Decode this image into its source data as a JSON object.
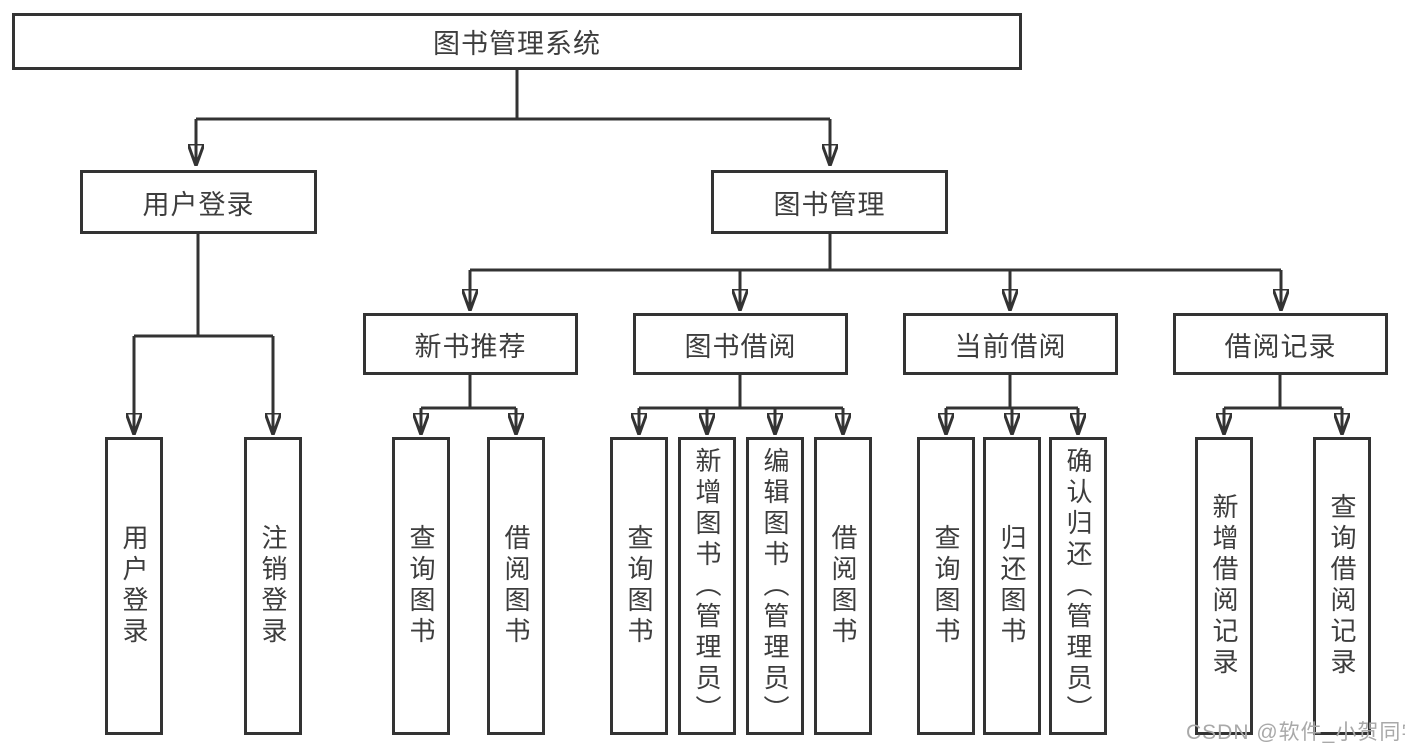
{
  "tree": {
    "root": {
      "label": "图书管理系统",
      "children": [
        {
          "label": "用户登录",
          "children": [
            {
              "label": "用户登录"
            },
            {
              "label": "注销登录"
            }
          ]
        },
        {
          "label": "图书管理",
          "children": [
            {
              "label": "新书推荐",
              "children": [
                {
                  "label": "查询图书"
                },
                {
                  "label": "借阅图书"
                }
              ]
            },
            {
              "label": "图书借阅",
              "children": [
                {
                  "label": "查询图书"
                },
                {
                  "label": "新增图书（管理员）"
                },
                {
                  "label": "编辑图书（管理员）"
                },
                {
                  "label": "借阅图书"
                }
              ]
            },
            {
              "label": "当前借阅",
              "children": [
                {
                  "label": "查询图书"
                },
                {
                  "label": "归还图书"
                },
                {
                  "label": "确认归还（管理员）"
                }
              ]
            },
            {
              "label": "借阅记录",
              "children": [
                {
                  "label": "新增借阅记录"
                },
                {
                  "label": "查询借阅记录"
                }
              ]
            }
          ]
        }
      ]
    }
  },
  "watermark": {
    "text": "CSDN @软件_小贺同学"
  },
  "colors": {
    "line": "#333333",
    "box_border": "#333333",
    "box_fill": "#ffffff",
    "text": "#3d3d3d",
    "watermark": "#a9a9a9",
    "background": "#ffffff"
  }
}
